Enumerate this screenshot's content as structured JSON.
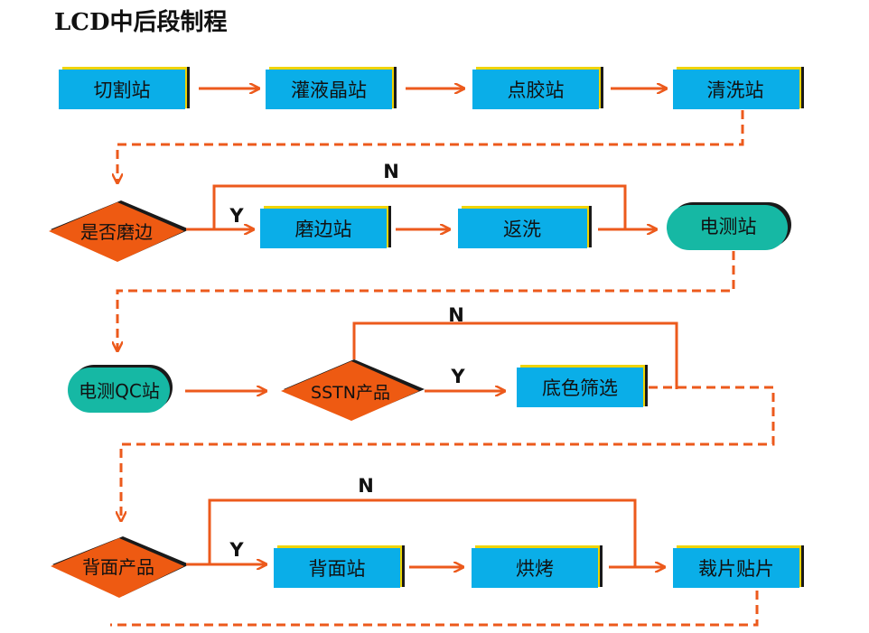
{
  "title": "LCD中后段制程",
  "colors": {
    "box": "#0aaee8",
    "box_shadow_yellow": "#f0d400",
    "box_shadow_dark": "#1a1a1a",
    "decision": "#ee5a12",
    "terminal": "#16b8a4",
    "arrow": "#ec5a1c",
    "text": "#111111"
  },
  "steps": {
    "cutting": "切割站",
    "lc_fill": "灌液晶站",
    "glue": "点胶站",
    "clean": "清洗站",
    "edge_q": "是否磨边",
    "edge": "磨边站",
    "rewash": "返洗",
    "etest": "电测站",
    "etest_qc": "电测QC站",
    "sstn_q": "SSTN产品",
    "color_sort": "底色筛选",
    "back_q": "背面产品",
    "back": "背面站",
    "bake": "烘烤",
    "cut_attach": "裁片贴片"
  },
  "labels": {
    "yes": "Y",
    "no": "N"
  }
}
